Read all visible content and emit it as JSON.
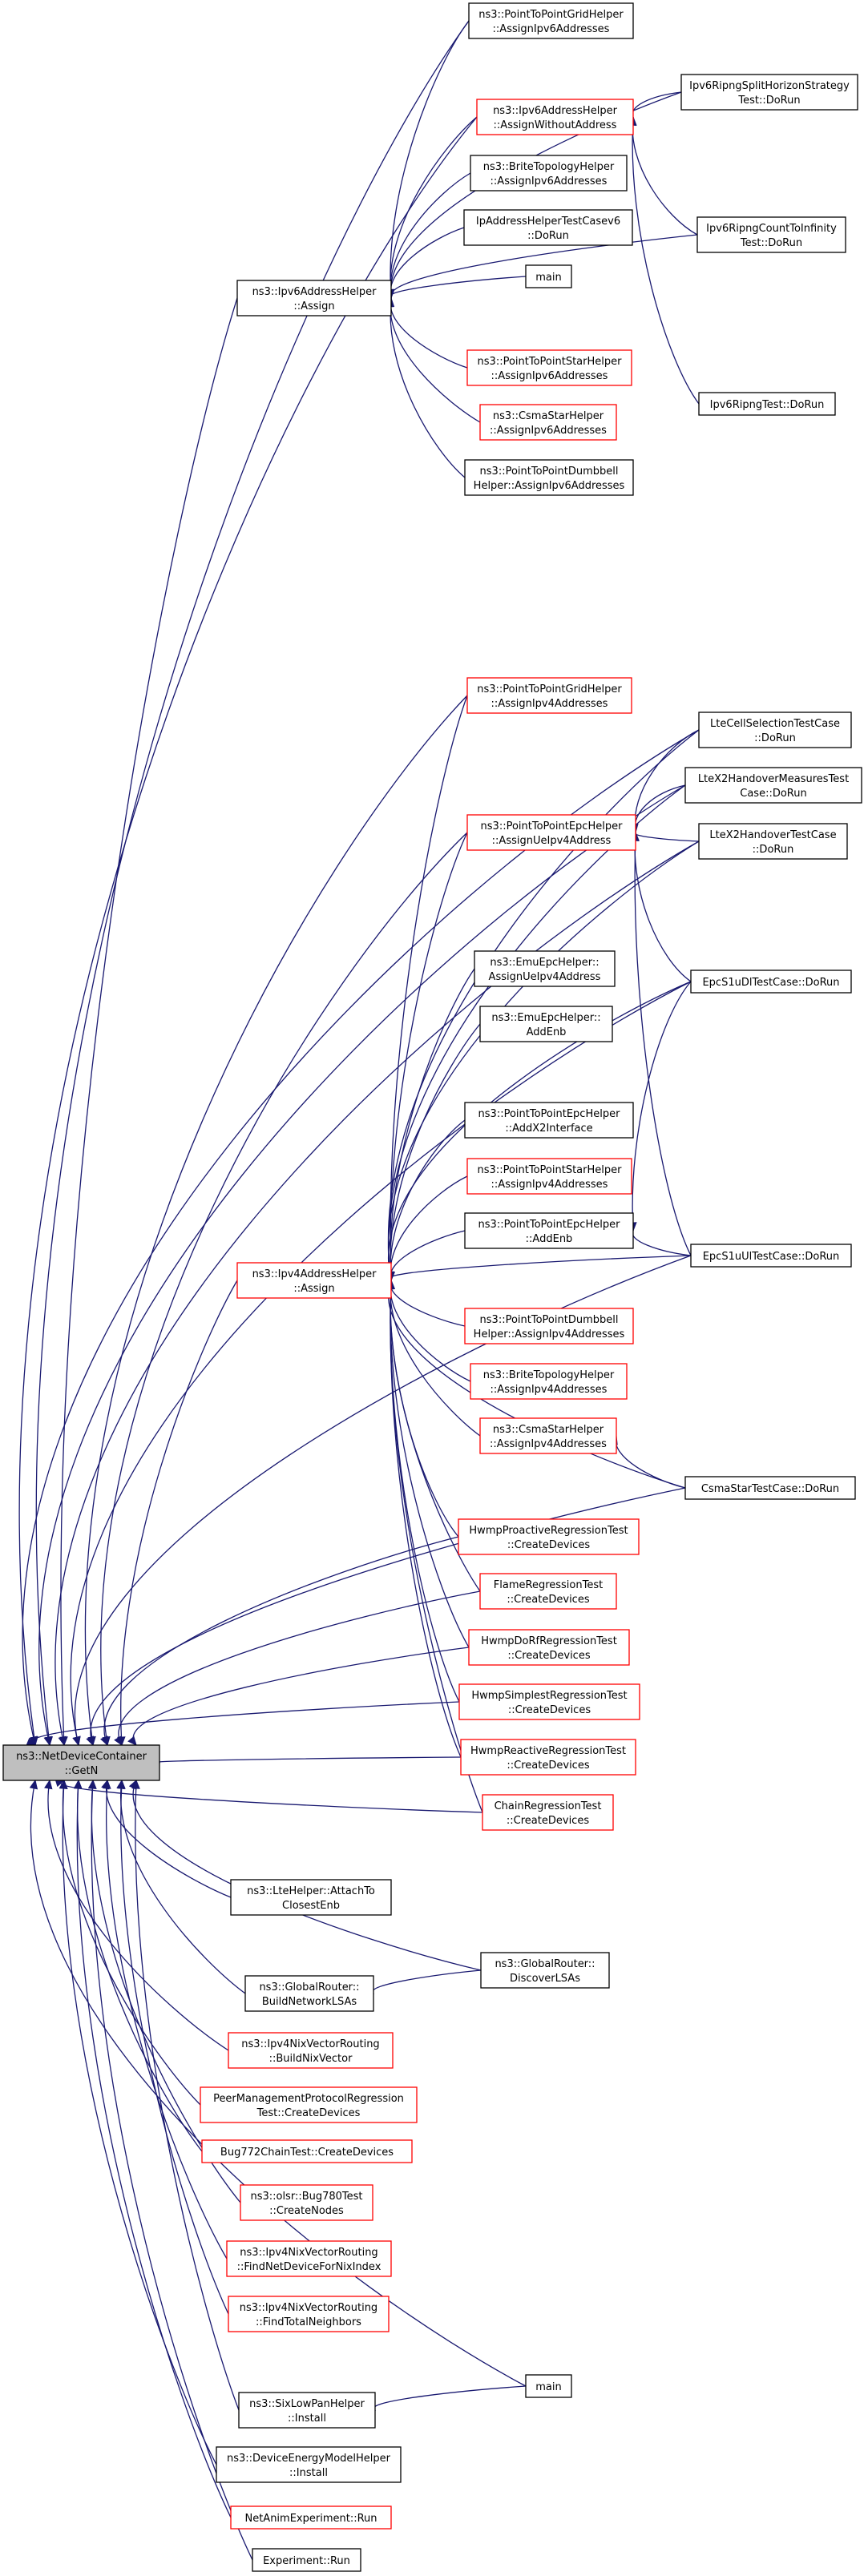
{
  "colors": {
    "edge": "#191970",
    "red_border": "#ff0000",
    "black_border": "#000000",
    "root_fill": "#bfbfbf"
  },
  "nodes": [
    {
      "id": "root",
      "lines": [
        "ns3::NetDeviceContainer",
        "::GetN"
      ],
      "style": "root"
    },
    {
      "id": "p2pgrid6",
      "lines": [
        "ns3::PointToPointGridHelper",
        "::AssignIpv6Addresses"
      ],
      "style": "black"
    },
    {
      "id": "ipv6woa",
      "lines": [
        "ns3::Ipv6AddressHelper",
        "::AssignWithoutAddress"
      ],
      "style": "red"
    },
    {
      "id": "brite6",
      "lines": [
        "ns3::BriteTopologyHelper",
        "::AssignIpv6Addresses"
      ],
      "style": "black"
    },
    {
      "id": "iphelper6",
      "lines": [
        "IpAddressHelperTestCasev6",
        "::DoRun"
      ],
      "style": "black"
    },
    {
      "id": "ipv6assign",
      "lines": [
        "ns3::Ipv6AddressHelper",
        "::Assign"
      ],
      "style": "black"
    },
    {
      "id": "main1",
      "lines": [
        "main"
      ],
      "style": "black"
    },
    {
      "id": "p2pstar6",
      "lines": [
        "ns3::PointToPointStarHelper",
        "::AssignIpv6Addresses"
      ],
      "style": "red"
    },
    {
      "id": "csmastar6",
      "lines": [
        "ns3::CsmaStarHelper",
        "::AssignIpv6Addresses"
      ],
      "style": "red"
    },
    {
      "id": "p2pdumb6",
      "lines": [
        "ns3::PointToPointDumbbell",
        "Helper::AssignIpv6Addresses"
      ],
      "style": "black"
    },
    {
      "id": "ripsplit",
      "lines": [
        "Ipv6RipngSplitHorizonStrategy",
        "Test::DoRun"
      ],
      "style": "black"
    },
    {
      "id": "ripcount",
      "lines": [
        "Ipv6RipngCountToInfinity",
        "Test::DoRun"
      ],
      "style": "black"
    },
    {
      "id": "riptest",
      "lines": [
        "Ipv6RipngTest::DoRun"
      ],
      "style": "black"
    },
    {
      "id": "p2pgrid4",
      "lines": [
        "ns3::PointToPointGridHelper",
        "::AssignIpv4Addresses"
      ],
      "style": "red"
    },
    {
      "id": "p2pepcue",
      "lines": [
        "ns3::PointToPointEpcHelper",
        "::AssignUeIpv4Address"
      ],
      "style": "red"
    },
    {
      "id": "ltecell",
      "lines": [
        "LteCellSelectionTestCase",
        "::DoRun"
      ],
      "style": "black"
    },
    {
      "id": "ltex2m",
      "lines": [
        "LteX2HandoverMeasuresTest",
        "Case::DoRun"
      ],
      "style": "black"
    },
    {
      "id": "ltex2",
      "lines": [
        "LteX2HandoverTestCase",
        "::DoRun"
      ],
      "style": "black"
    },
    {
      "id": "emuue",
      "lines": [
        "ns3::EmuEpcHelper::",
        "AssignUeIpv4Address"
      ],
      "style": "black"
    },
    {
      "id": "emuenb",
      "lines": [
        "ns3::EmuEpcHelper::",
        "AddEnb"
      ],
      "style": "black"
    },
    {
      "id": "epcdl",
      "lines": [
        "EpcS1uDlTestCase::DoRun"
      ],
      "style": "black"
    },
    {
      "id": "p2pepcx2",
      "lines": [
        "ns3::PointToPointEpcHelper",
        "::AddX2Interface"
      ],
      "style": "black"
    },
    {
      "id": "p2pstar4",
      "lines": [
        "ns3::PointToPointStarHelper",
        "::AssignIpv4Addresses"
      ],
      "style": "red"
    },
    {
      "id": "p2pepcenb",
      "lines": [
        "ns3::PointToPointEpcHelper",
        "::AddEnb"
      ],
      "style": "black"
    },
    {
      "id": "ipv4assign",
      "lines": [
        "ns3::Ipv4AddressHelper",
        "::Assign"
      ],
      "style": "red"
    },
    {
      "id": "epcul",
      "lines": [
        "EpcS1uUlTestCase::DoRun"
      ],
      "style": "black"
    },
    {
      "id": "p2pdumb4",
      "lines": [
        "ns3::PointToPointDumbbell",
        "Helper::AssignIpv4Addresses"
      ],
      "style": "red"
    },
    {
      "id": "brite4",
      "lines": [
        "ns3::BriteTopologyHelper",
        "::AssignIpv4Addresses"
      ],
      "style": "red"
    },
    {
      "id": "csmastar4",
      "lines": [
        "ns3::CsmaStarHelper",
        "::AssignIpv4Addresses"
      ],
      "style": "red"
    },
    {
      "id": "csmastartest",
      "lines": [
        "CsmaStarTestCase::DoRun"
      ],
      "style": "black"
    },
    {
      "id": "hwmpproact",
      "lines": [
        "HwmpProactiveRegressionTest",
        "::CreateDevices"
      ],
      "style": "red"
    },
    {
      "id": "flame",
      "lines": [
        "FlameRegressionTest",
        "::CreateDevices"
      ],
      "style": "red"
    },
    {
      "id": "hwmpdorf",
      "lines": [
        "HwmpDoRfRegressionTest",
        "::CreateDevices"
      ],
      "style": "red"
    },
    {
      "id": "hwmpsimple",
      "lines": [
        "HwmpSimplestRegressionTest",
        "::CreateDevices"
      ],
      "style": "red"
    },
    {
      "id": "hwmpreact",
      "lines": [
        "HwmpReactiveRegressionTest",
        "::CreateDevices"
      ],
      "style": "red"
    },
    {
      "id": "chain",
      "lines": [
        "ChainRegressionTest",
        "::CreateDevices"
      ],
      "style": "red"
    },
    {
      "id": "lteattach",
      "lines": [
        "ns3::LteHelper::AttachTo",
        "ClosestEnb"
      ],
      "style": "black"
    },
    {
      "id": "grbuild",
      "lines": [
        "ns3::GlobalRouter::",
        "BuildNetworkLSAs"
      ],
      "style": "black"
    },
    {
      "id": "grdiscover",
      "lines": [
        "ns3::GlobalRouter::",
        "DiscoverLSAs"
      ],
      "style": "black"
    },
    {
      "id": "nixbuild",
      "lines": [
        "ns3::Ipv4NixVectorRouting",
        "::BuildNixVector"
      ],
      "style": "red"
    },
    {
      "id": "peermgmt",
      "lines": [
        "PeerManagementProtocolRegression",
        "Test::CreateDevices"
      ],
      "style": "red"
    },
    {
      "id": "bug772",
      "lines": [
        "Bug772ChainTest::CreateDevices"
      ],
      "style": "red"
    },
    {
      "id": "olsr780",
      "lines": [
        "ns3::olsr::Bug780Test",
        "::CreateNodes"
      ],
      "style": "red"
    },
    {
      "id": "nixfind",
      "lines": [
        "ns3::Ipv4NixVectorRouting",
        "::FindNetDeviceForNixIndex"
      ],
      "style": "red"
    },
    {
      "id": "nixtotal",
      "lines": [
        "ns3::Ipv4NixVectorRouting",
        "::FindTotalNeighbors"
      ],
      "style": "red"
    },
    {
      "id": "sixlow",
      "lines": [
        "ns3::SixLowPanHelper",
        "::Install"
      ],
      "style": "black"
    },
    {
      "id": "main2",
      "lines": [
        "main"
      ],
      "style": "black"
    },
    {
      "id": "devenergy",
      "lines": [
        "ns3::DeviceEnergyModelHelper",
        "::Install"
      ],
      "style": "black"
    },
    {
      "id": "netanim",
      "lines": [
        "NetAnimExperiment::Run"
      ],
      "style": "red"
    },
    {
      "id": "experiment",
      "lines": [
        "Experiment::Run"
      ],
      "style": "black"
    }
  ]
}
